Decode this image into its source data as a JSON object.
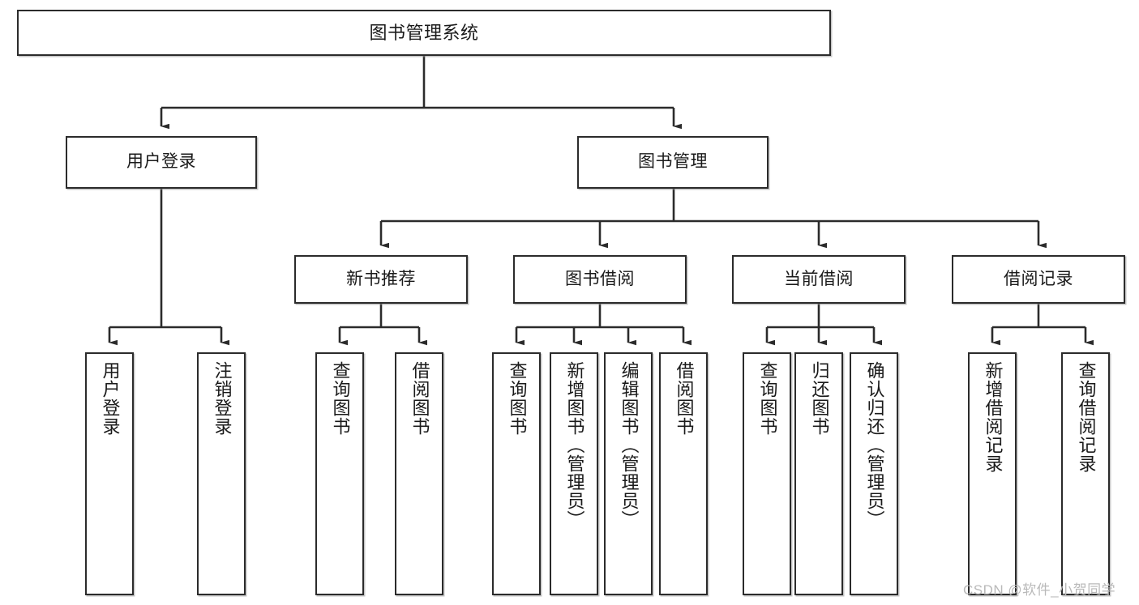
{
  "diagram": {
    "title_node": {
      "label": "图书管理系统"
    },
    "level2": [
      {
        "label": "用户登录"
      },
      {
        "label": "图书管理"
      }
    ],
    "level3": [
      {
        "label": "新书推荐"
      },
      {
        "label": "图书借阅"
      },
      {
        "label": "当前借阅"
      },
      {
        "label": "借阅记录"
      }
    ],
    "leaves": {
      "user_login": [
        {
          "label": "用户登录"
        },
        {
          "label": "注销登录"
        }
      ],
      "new_book_recommend": [
        {
          "label": "查询图书"
        },
        {
          "label": "借阅图书"
        }
      ],
      "book_borrow": [
        {
          "label": "查询图书"
        },
        {
          "label": "新增图书（管理员）"
        },
        {
          "label": "编辑图书（管理员）"
        },
        {
          "label": "借阅图书"
        }
      ],
      "current_borrow": [
        {
          "label": "查询图书"
        },
        {
          "label": "归还图书"
        },
        {
          "label": "确认归还（管理员）"
        }
      ],
      "borrow_record": [
        {
          "label": "新增借阅记录"
        },
        {
          "label": "查询借阅记录"
        }
      ]
    },
    "watermark": "CSDN @软件_小贺同学",
    "colors": {
      "stroke": "#2b2b2b",
      "fill": "#ffffff",
      "text": "#1a1a1a",
      "watermark": "#b9b9b9"
    }
  }
}
